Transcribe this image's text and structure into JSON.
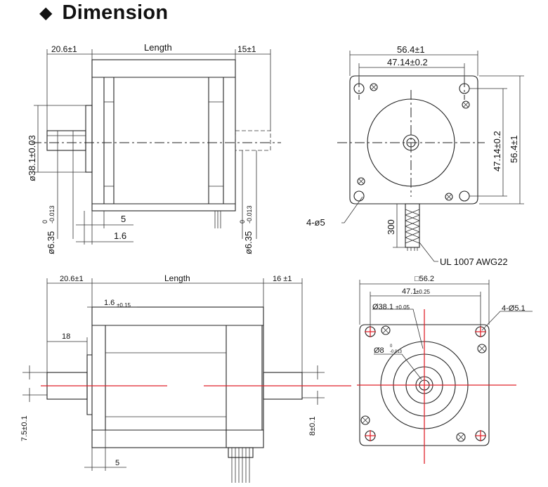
{
  "header": {
    "title": "Dimension",
    "bullet_icon": "diamond-icon"
  },
  "drawing1_side": {
    "flange_width": "20.6±1",
    "body_length": "Length",
    "rear_shaft": "15±1",
    "pilot_dia": "ø38.1±0.03",
    "front_shaft_dia_base": "ø6.35",
    "front_shaft_tol_upper": "0",
    "front_shaft_tol_lower": "-0.013",
    "rear_shaft_dia_base": "ø6.35",
    "rear_shaft_tol_upper": "0",
    "rear_shaft_tol_lower": "-0.013",
    "dim_5": "5",
    "dim_1_6": "1.6"
  },
  "drawing1_front": {
    "outer_size": "56.4±1",
    "hole_pitch": "47.14±0.2",
    "hole_pitch_vertical": "47.14±0.2",
    "outer_size_vertical": "56.4±1",
    "holes": "4-ø5",
    "lead_length": "300",
    "lead_wire": "UL 1007 AWG22"
  },
  "drawing2_side": {
    "flange_width": "20.6±1",
    "body_length": "Length",
    "rear_shaft": "16 ±1",
    "flange_thickness": "1.6",
    "flange_thickness_tol": "±0.15",
    "shaft_length": "18",
    "dim_5": "5",
    "flat_left": "7.5±0.1",
    "flat_right": "8±0.1"
  },
  "drawing2_front": {
    "outer_size": "□56.2",
    "hole_pitch": "47.1",
    "hole_pitch_tol": "±0.25",
    "pilot": "Ø38.1",
    "pilot_tol": "±0.05",
    "shaft": "Ø8",
    "shaft_tol_upper": "0",
    "shaft_tol_lower": "-0.013",
    "holes": "4-Ø5.1"
  }
}
